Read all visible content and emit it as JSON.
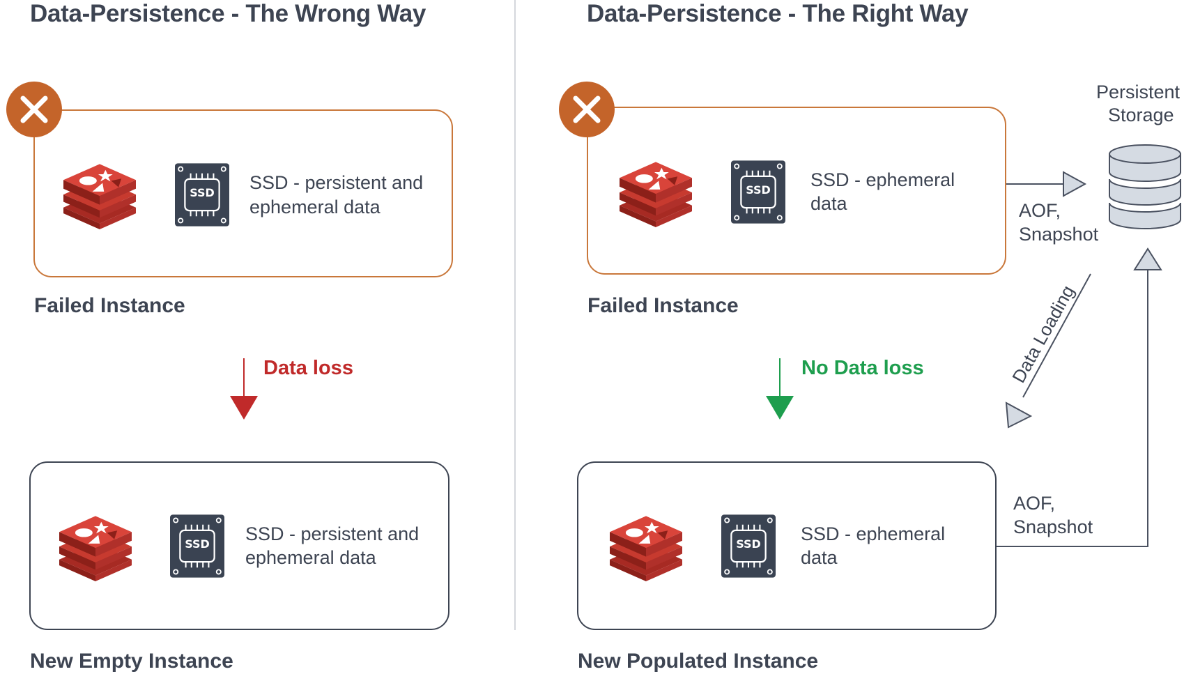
{
  "left": {
    "title": "Data-Persistence - The Wrong Way",
    "failed": {
      "label": "Failed Instance",
      "ssd_line1": "SSD - persistent and",
      "ssd_line2": "ephemeral data"
    },
    "new": {
      "label": "New Empty Instance",
      "ssd_line1": "SSD - persistent and",
      "ssd_line2": "ephemeral data"
    },
    "arrow_label": "Data loss"
  },
  "right": {
    "title": "Data-Persistence - The Right Way",
    "failed": {
      "label": "Failed Instance",
      "ssd_line1": "SSD - ephemeral",
      "ssd_line2": "data"
    },
    "new": {
      "label": "New Populated Instance",
      "ssd_line1": "SSD - ephemeral",
      "ssd_line2": "data"
    },
    "arrow_label": "No Data loss",
    "storage_line1": "Persistent",
    "storage_line2": "Storage",
    "aof_top_line1": "AOF,",
    "aof_top_line2": "Snapshot",
    "aof_bottom_line1": "AOF,",
    "aof_bottom_line2": "Snapshot",
    "data_loading": "Data Loading"
  },
  "ssd_chip_text": "SSD",
  "colors": {
    "failed_border": "#c9773a",
    "fail_badge": "#c4642a",
    "box_border": "#3d4452",
    "data_loss": "#c02a2a",
    "no_data_loss": "#1e9e4e",
    "redis_red": "#c73a2f",
    "chip": "#3a4352"
  }
}
